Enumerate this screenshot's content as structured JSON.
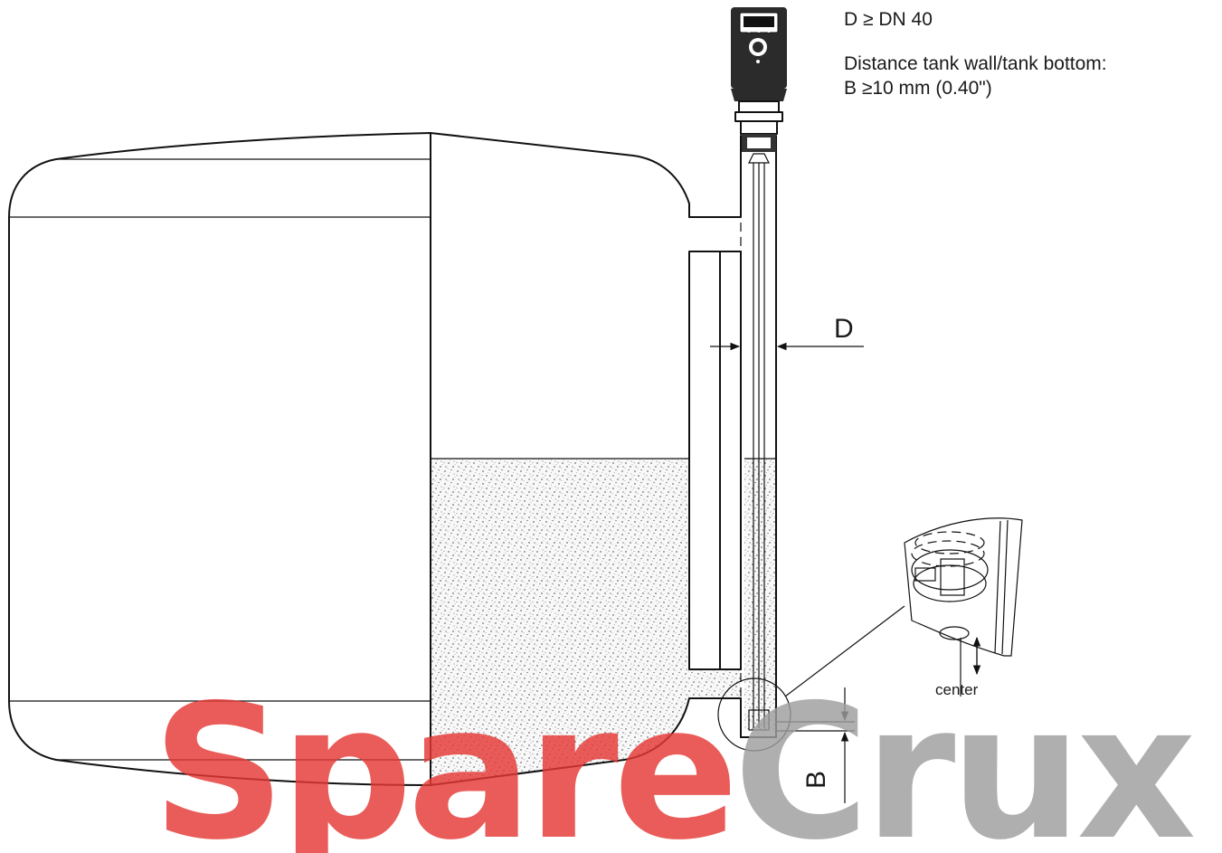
{
  "notes": {
    "pipe_diameter": "D ≥ DN 40",
    "distance_heading": "Distance tank wall/tank bottom:",
    "distance_value": "B ≥10 mm (0.40\")"
  },
  "dimensions": {
    "d_label": "D",
    "b_label": "B"
  },
  "detail": {
    "center_label": "center"
  },
  "watermark": {
    "part1": "Spare",
    "part2": "Crux",
    "color1": "#e53935",
    "color2": "#9e9e9e"
  },
  "colors": {
    "line": "#111111",
    "sensor_body": "#2b2b2b",
    "medium_fill": "#f7f7f7"
  }
}
